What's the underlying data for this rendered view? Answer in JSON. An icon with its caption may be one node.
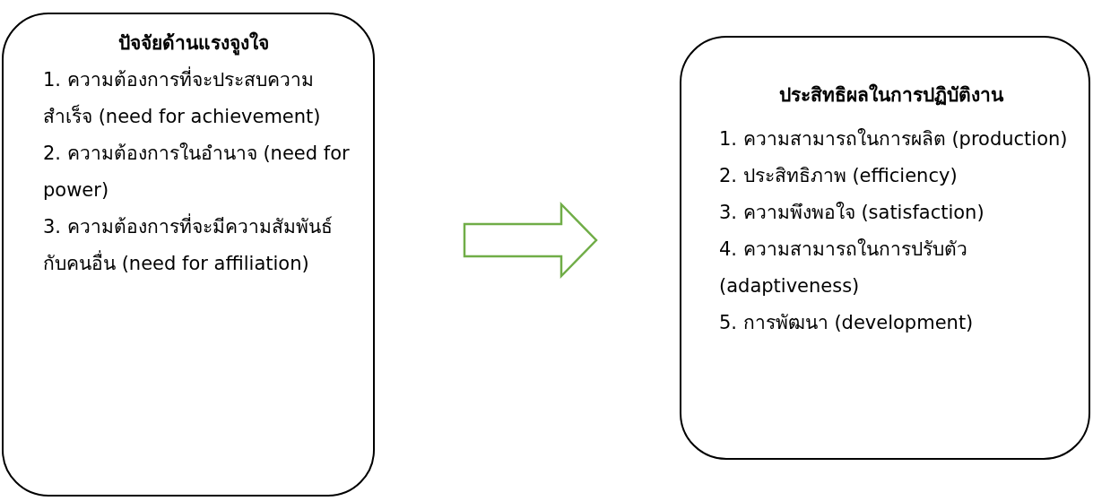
{
  "diagram": {
    "nodes": [
      {
        "text": [
          "ปัจจัยด้านแรงจูงใจ",
          "1. ความต้องการที่จะประสบความสำเร็จ (need for achievement)",
          "2. ความต้องการในอำนาจ (need for power)",
          "3. ความต้องการที่จะมีความสัมพันธ์กับคนอื่น (need for affiliation)"
        ]
      },
      {
        "text": [
          "ประสิทธิผลในการปฏิบัติงาน",
          "1. ความสามารถในการผลิต (production)",
          "2. ประสิทธิภาพ (efficiency)",
          "3. ความพึงพอใจ (satisfaction)",
          "4. ความสามารถในการปรับตัว (adaptiveness)",
          "5. การพัฒนา (development)"
        ]
      }
    ],
    "edges": [
      {
        "from": 0,
        "to": 1,
        "arrow": "to",
        "style": "thick",
        "color": "#70ad47"
      }
    ]
  }
}
